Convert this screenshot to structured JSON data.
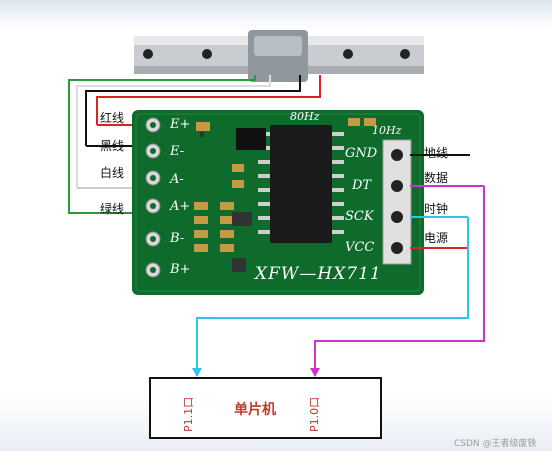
{
  "wire_labels_left": [
    "红线",
    "黑线",
    "白线",
    "绿线"
  ],
  "wire_labels_right": [
    "地线",
    "数据",
    "时钟",
    "电源"
  ],
  "pins_left": [
    "E+",
    "E-",
    "A-",
    "A+",
    "B-",
    "B+"
  ],
  "pins_right": [
    "GND",
    "DT",
    "SCK",
    "VCC"
  ],
  "board": {
    "freq_top": "80Hz",
    "freq_side": "10Hz",
    "model": "XFW—HX711"
  },
  "mcu": {
    "title": "单片机",
    "port_left": "P1.1口",
    "port_right": "P1.0口"
  },
  "watermark": "CSDN @王者级废铁",
  "colors": {
    "board": "#0e6b2b",
    "wire_red": "#d22",
    "wire_cyan": "#2ec5e6",
    "wire_magenta": "#cc33cc",
    "wire_green": "#2a9a3a"
  }
}
